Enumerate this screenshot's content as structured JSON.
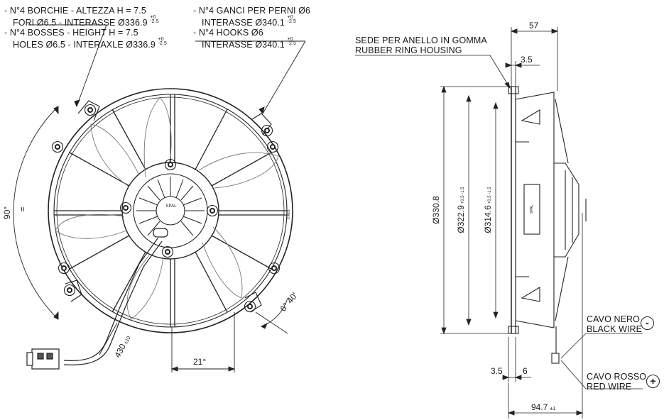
{
  "notes": {
    "bosses_it_1": "- N°4 BORCHIE - ALTEZZA H = 7.5",
    "bosses_it_2": "FORI Ø6.5 - INTERASSE Ø336.9",
    "bosses_en_1": "- N°4 BOSSES - HEIGHT H = 7.5",
    "bosses_en_2": "HOLES Ø6.5 - INTERAXLE Ø336.9",
    "hooks_it_1": "- N°4 GANCI PER PERNI Ø6",
    "hooks_it_2": "INTERASSE Ø340.1",
    "hooks_en_1": "- N°4 HOOKS Ø6",
    "hooks_en_2": "INTERASSE Ø340.1",
    "tol_upper": "+0",
    "tol_lower": "-2.5",
    "ring_it": "SEDE PER ANELLO IN GOMMA",
    "ring_en": "RUBBER RING HOUSING",
    "black_it": "CAVO NERO",
    "black_en": "BLACK WIRE",
    "red_it": "CAVO ROSSO",
    "red_en": "RED WIRE",
    "minus_sign": "-",
    "plus_sign": "+"
  },
  "dimensions": {
    "angle_90": "90°",
    "eq_sign": "=",
    "angle_21": "21°",
    "angle_6_40": "6° 40'",
    "wire_length": "430",
    "wire_length_tol": "±10",
    "depth_57": "57",
    "offset_3_5_top": "3.5",
    "dia_330_8": "Ø330.8",
    "dia_322_9": "Ø322.9",
    "dia_322_9_tol": "+0.5 -1.5",
    "dia_314_6": "Ø314.6",
    "dia_314_6_tol": "+0.5 -1.5",
    "offset_3_5_bottom": "3.5",
    "offset_6": "6",
    "depth_94_7": "94.7",
    "depth_94_7_tol": "±1"
  },
  "hub_text": "SPAL",
  "label_text": "SPAL"
}
